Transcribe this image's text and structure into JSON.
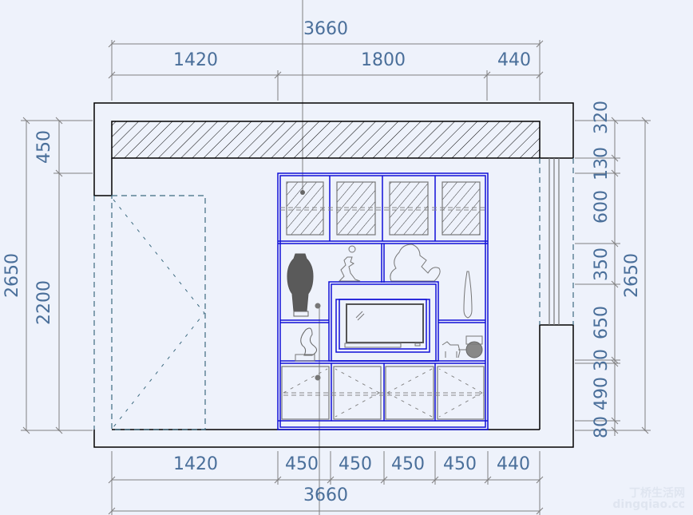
{
  "drawing": {
    "title": "TV wall cabinet elevation",
    "units": "mm",
    "colors": {
      "background": "#eef2fb",
      "dimension_text": "#4a6f9a",
      "dimension_line": "#808080",
      "wall": "#000000",
      "cabinet": "#1010d8",
      "hidden_line": "#3d6b80"
    }
  },
  "top_dimensions": {
    "overall": "3660",
    "segments": [
      "1420",
      "1800",
      "440"
    ]
  },
  "bottom_dimensions": {
    "overall": "3660",
    "segments": [
      "1420",
      "450",
      "450",
      "450",
      "450",
      "440"
    ]
  },
  "left_dimensions": {
    "overall": "2650",
    "segments": [
      "450",
      "2200"
    ]
  },
  "right_dimensions": {
    "overall": "2650",
    "segments": [
      "320",
      "130",
      "600",
      "350",
      "650",
      "30",
      "490",
      "80"
    ]
  },
  "elements": {
    "ceiling_beam": "hatched-beam",
    "door": "swing-door-left",
    "window": "window-right",
    "upper_cabinet_doors": 4,
    "lower_cabinet_doors": 4,
    "decor": [
      "vase",
      "figurine",
      "lion-statue",
      "tall-vase",
      "sculpture",
      "horse-carriage",
      "tv"
    ]
  },
  "watermark": {
    "line1": "丁桥生活网",
    "line2": "dingqiao.cc"
  }
}
